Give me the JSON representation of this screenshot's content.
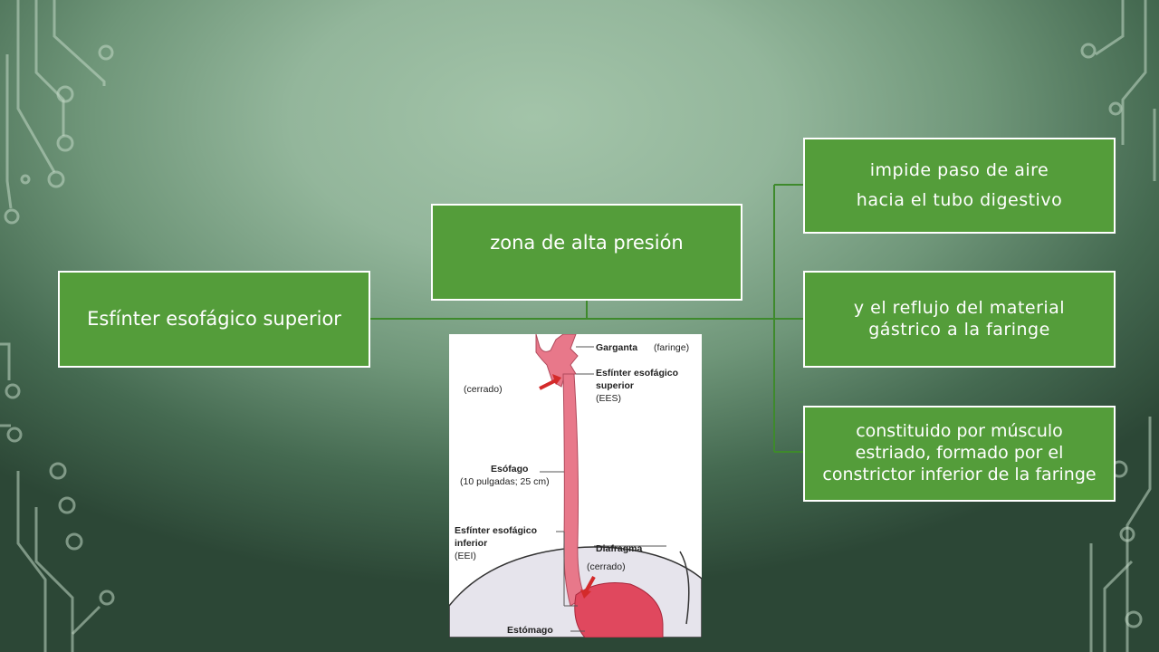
{
  "colors": {
    "box_fill": "#549d3a",
    "box_border": "#ffffff",
    "connector": "#3e8a2c",
    "tissue": "#e8788a",
    "arrow": "#d42a2a"
  },
  "diagram": {
    "root": {
      "label": "Esfínter esofágico superior"
    },
    "center": {
      "label": "zona de alta presión"
    },
    "details": [
      {
        "lines": [
          "impide paso de aire",
          "hacia el tubo digestivo"
        ]
      },
      {
        "lines": [
          "y el reflujo del material",
          "gástrico a la faringe"
        ]
      },
      {
        "lines": [
          "constituido por músculo",
          "estriado, formado por el",
          "constrictor inferior de la faringe"
        ]
      }
    ]
  },
  "illustration": {
    "garganta": "Garganta",
    "faringe": "(faringe)",
    "cerrado_top": "(cerrado)",
    "ees_1": "Esfínter esofágico",
    "ees_2": "superior",
    "ees_3": "(EES)",
    "esofago": "Esófago",
    "esofago_len": "(10 pulgadas; 25 cm)",
    "eei_1": "Esfínter esofágico",
    "eei_2": "inferior",
    "eei_3": "(EEI)",
    "diafragma": "Diafragma",
    "cerrado_bottom": "(cerrado)",
    "estomago": "Estómago"
  }
}
